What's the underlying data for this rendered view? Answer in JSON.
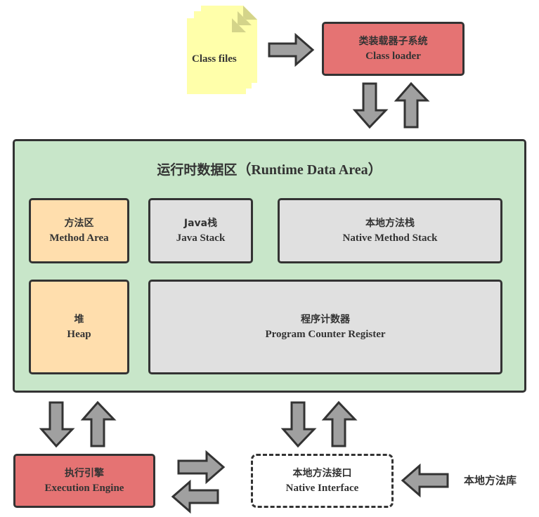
{
  "class_files": {
    "label": "Class files",
    "icon": "document-stack-icon",
    "color": "#ffffaa"
  },
  "class_loader": {
    "zh": "类装载器子系统",
    "en": "Class loader",
    "color": "#e57373"
  },
  "runtime_area": {
    "title_zh": "运行时数据区",
    "title_en": "（Runtime Data Area）",
    "color": "#c8e6c9",
    "method_area": {
      "zh": "方法区",
      "en": "Method Area",
      "color": "#ffdead"
    },
    "java_stack": {
      "zh": "Java栈",
      "en": "Java Stack",
      "color": "#e0e0e0"
    },
    "native_method_stack": {
      "zh": "本地方法栈",
      "en": "Native Method Stack",
      "color": "#e0e0e0"
    },
    "heap": {
      "zh": "堆",
      "en": "Heap",
      "color": "#ffdead"
    },
    "pc_register": {
      "zh": "程序计数器",
      "en": "Program Counter Register",
      "color": "#e0e0e0"
    }
  },
  "execution_engine": {
    "zh": "执行引擎",
    "en": "Execution Engine",
    "color": "#e57373"
  },
  "native_interface": {
    "zh": "本地方法接口",
    "en": "Native Interface"
  },
  "native_library": {
    "label": "本地方法库"
  },
  "arrow_color": "#a0a0a0"
}
